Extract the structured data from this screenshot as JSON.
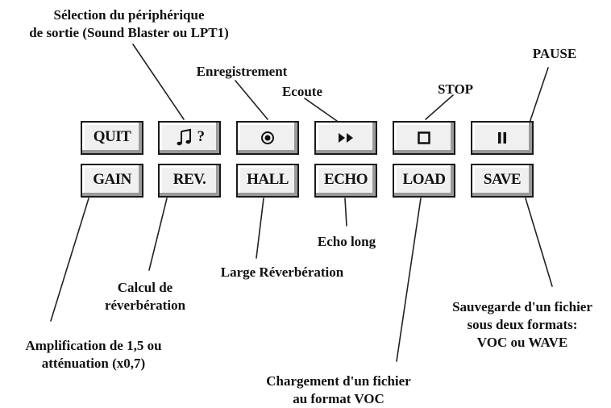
{
  "buttons": {
    "quit": "QUIT",
    "device_suffix": "?",
    "gain": "GAIN",
    "rev": "REV.",
    "hall": "HALL",
    "echo": "ECHO",
    "load": "LOAD",
    "save": "SAVE"
  },
  "icons": {
    "device": "music-note-icon",
    "record": "record-icon",
    "play": "play-icon",
    "stop": "stop-icon",
    "pause": "pause-icon"
  },
  "annotations": {
    "device_line1": "Sélection du périphérique",
    "device_line2": "de sortie (Sound Blaster ou LPT1)",
    "record": "Enregistrement",
    "play": "Ecoute",
    "stop": "STOP",
    "pause": "PAUSE",
    "echo": "Echo long",
    "hall": "Large Réverbération",
    "rev_line1": "Calcul de",
    "rev_line2": "réverbération",
    "gain_line1": "Amplification de 1,5 ou",
    "gain_line2": "atténuation (x0,7)",
    "load_line1": "Chargement d'un fichier",
    "load_line2": "au format VOC",
    "save_line1": "Sauvegarde d'un fichier",
    "save_line2": "sous deux formats:",
    "save_line3": "VOC ou WAVE"
  }
}
